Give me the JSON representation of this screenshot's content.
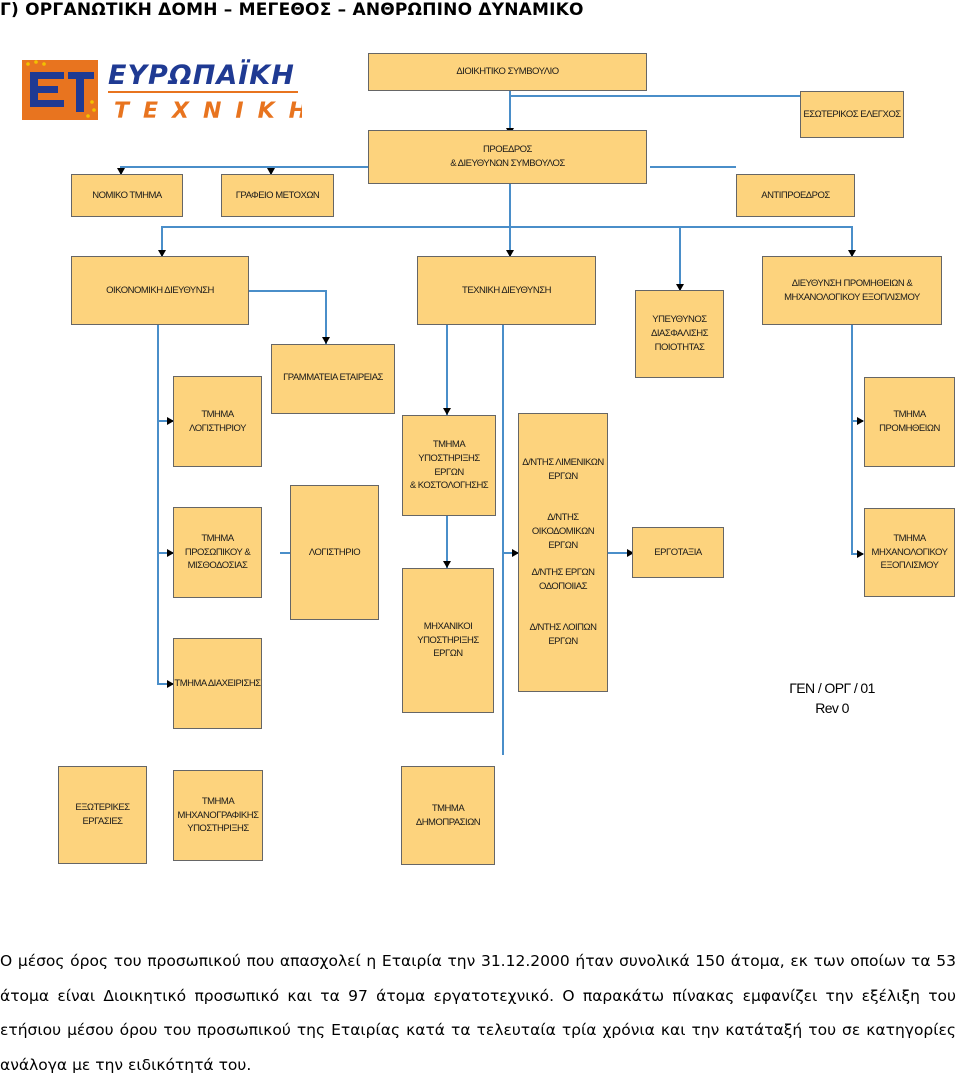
{
  "heading": "Γ) ΟΡΓΑΝΩΤΙΚΗ ΔΟΜΗ – ΜΕΓΕΘΟΣ – ΑΝΘΡΩΠΙΝΟ ΔΥΝΑΜΙΚΟ",
  "logo": {
    "line1": "ΕΥΡΩΠΑΪΚΗ",
    "line2": "ΤΕΧΝΙΚΗ",
    "colors": {
      "text": "#1f3a93",
      "accent": "#e8741f",
      "stars": "#f2c200"
    }
  },
  "chart": {
    "board": "ΔΙΟΙΚΗΤΙΚΟ ΣΥΜΒΟΥΛΙΟ",
    "internal_audit": "ΕΣΩΤΕΡΙΚΟΣ ΕΛΕΓΧΟΣ",
    "chairman": "ΠΡΟΕΔΡΟΣ\n& ΔΙΕΥΘΥΝΩΝ ΣΥΜΒΟΥΛΟΣ",
    "legal": "ΝΟΜΙΚΟ ΤΜΗΜΑ",
    "shareholders": "ΓΡΑΦΕΙΟ ΜΕΤΟΧΩΝ",
    "vice_chairman": "ΑΝΤΙΠΡΟΕΔΡΟΣ",
    "financial": "ΟΙΚΟΝΟΜΙΚΗ ΔΙΕΥΘΥΝΣΗ",
    "technical": "ΤΕΧΝΙΚΗ ΔΙΕΥΘΥΝΣΗ",
    "procurement_dir": "ΔΙΕΥΘΥΝΣΗ ΠΡΟΜΗΘΕΙΩΝ &\nΜΗΧΑΝΟΛΟΓΙΚΟΥ ΕΞΟΠΛΙΣΜΟΥ",
    "quality": "ΥΠΕΥΘΥΝΟΣ\nΔΙΑΣΦΑΛΙΣΗΣ\nΠΟΙΟΤΗΤΑΣ",
    "secretariat": "ΓΡΑΜΜΑΤΕΙΑ ΕΤΑΙΡΕΙΑΣ",
    "accounting_dept": "ΤΜΗΜΑ\nΛΟΓΙΣΤΗΡΙΟΥ",
    "cost_support": "ΤΜΗΜΑ\nΥΠΟΣΤΗΡΙΞΗΣ ΕΡΓΩΝ\n& ΚΟΣΤΟΛΟΓΗΣΗΣ",
    "works_group": "Δ/ΝΤΗΣ ΛΙΜΕΝΙΚΩΝ\nΕΡΓΩΝ\n\n\nΔ/ΝΤΗΣ\nΟΙΚΟΔΟΜΙΚΩΝ\nΕΡΓΩΝ\n\nΔ/ΝΤΗΣ ΕΡΓΩΝ\nΟΔΟΠΟΙΙΑΣ\n\n\nΔ/ΝΤΗΣ ΛΟΙΠΩΝ\nΕΡΓΩΝ",
    "procurement_dept": "ΤΜΗΜΑ\nΠΡΟΜΗΘΕΙΩΝ",
    "personnel": "ΤΜΗΜΑ\nΠΡΟΣΩΠΙΚΟΥ &\nΜΙΣΘΟΔΟΣΙΑΣ",
    "accounting": "ΛΟΓΙΣΤΗΡΙΟ",
    "sites": "ΕΡΓΟΤΑΞΙΑ",
    "mechanical_dept": "ΤΜΗΜΑ\nΜΗΧΑΝΟΛΟΓΙΚΟΥ\nΕΞΟΠΛΙΣΜΟΥ",
    "engineers": "ΜΗΧΑΝΙΚΟΙ\nΥΠΟΣΤΗΡΙΞΗΣ\nΕΡΓΩΝ",
    "management_dept": "ΤΜΗΜΑ ΔΙΑΧΕΙΡΙΣΗΣ",
    "external": "ΕΞΩΤΕΡΙΚΕΣ\nΕΡΓΑΣΙΕΣ",
    "it_support": "ΤΜΗΜΑ\nΜΗΧΑΝΟΓΡΑΦΙΚΗΣ\nΥΠΟΣΤΗΡΙΞΗΣ",
    "tenders": "ΤΜΗΜΑ\nΔΗΜΟΠΡΑΣΙΩΝ"
  },
  "doc_ref": "ΓΕΝ / ΟΡΓ / 01\nRev 0",
  "paragraph": "Ο μέσος όρος του προσωπικού που απασχολεί η Εταιρία την 31.12.2000 ήταν συνολικά 150 άτομα, εκ των οποίων τα 53 άτομα είναι Διοικητικό προσωπικό και τα 97 άτομα εργατοτεχνικό. Ο παρακάτω πίνακας εμφανίζει την εξέλιξη του ετήσιου μέσου όρου του προσωπικού της Εταιρίας κατά τα τελευταία τρία χρόνια και την κατάταξή του σε κατηγορίες ανάλογα με την ειδικότητά του."
}
